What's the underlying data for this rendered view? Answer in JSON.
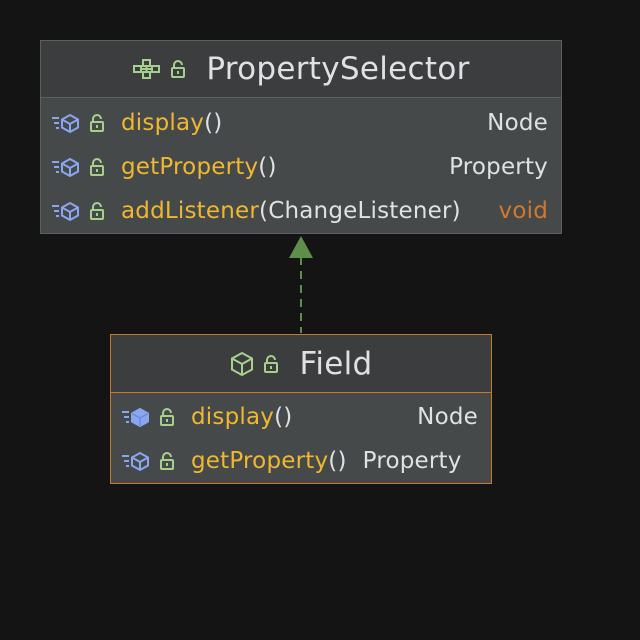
{
  "diagram": {
    "colors": {
      "background": "#141414",
      "interface_border": "#5e6060",
      "class_border": "#c8782a",
      "method_name": "#f0b731",
      "void_type": "#d2782e",
      "arrow": "#5e8f4a"
    },
    "interface": {
      "title": "PropertySelector",
      "icon": "interface-icon",
      "members": [
        {
          "name": "display",
          "params": "()",
          "type": "Node"
        },
        {
          "name": "getProperty",
          "params": "()",
          "type": "Property"
        },
        {
          "name": "addListener",
          "params": "(ChangeListener)",
          "type": "void"
        }
      ]
    },
    "class": {
      "title": "Field",
      "icon": "class-icon",
      "members": [
        {
          "name": "display",
          "params": "()",
          "type": "Node"
        },
        {
          "name": "getProperty",
          "params": "()",
          "type": "Property"
        }
      ]
    },
    "relationship": {
      "type": "realization",
      "from": "Field",
      "to": "PropertySelector"
    }
  }
}
